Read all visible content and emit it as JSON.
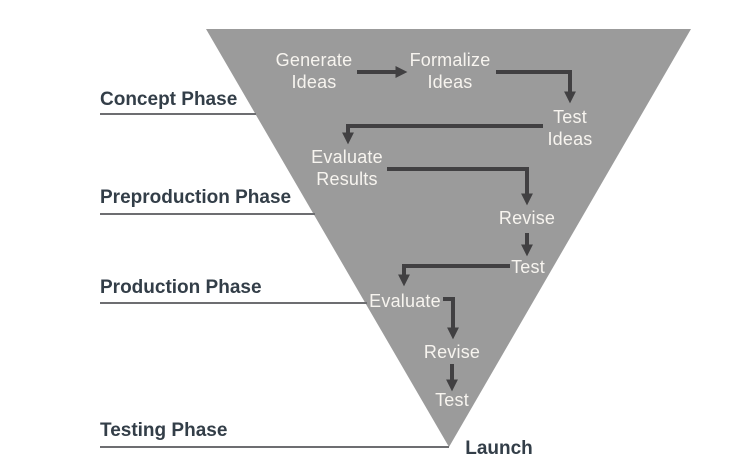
{
  "funnel": {
    "phases": [
      {
        "label": "Concept Phase"
      },
      {
        "label": "Preproduction Phase"
      },
      {
        "label": "Production Phase"
      },
      {
        "label": "Testing Phase"
      }
    ],
    "steps": [
      {
        "label": "Generate\nIdeas"
      },
      {
        "label": "Formalize\nIdeas"
      },
      {
        "label": "Test\nIdeas"
      },
      {
        "label": "Evaluate\nResults"
      },
      {
        "label": "Revise"
      },
      {
        "label": "Test"
      },
      {
        "label": "Evaluate"
      },
      {
        "label": "Revise"
      },
      {
        "label": "Test"
      }
    ],
    "launch_label": "Launch",
    "colors": {
      "funnel_fill": "#9B9B9B",
      "arrow": "#414042",
      "step_text": "#F7F4EF",
      "phase_text": "#333E48",
      "phase_line": "#6D6E71"
    }
  }
}
